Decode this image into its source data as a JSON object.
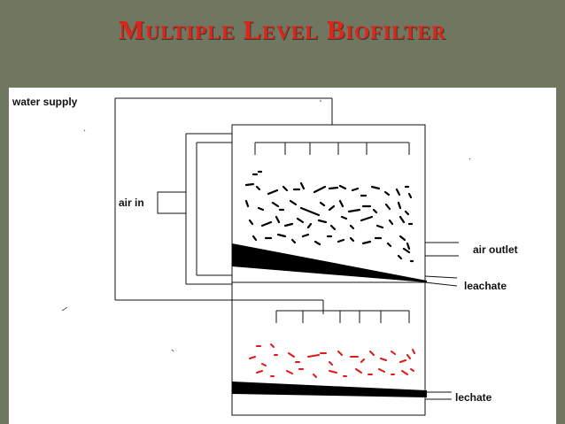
{
  "slide": {
    "title": "Multiple Level Biofilter"
  },
  "diagram": {
    "labels": {
      "water_supply": "water supply",
      "air_in": "air in",
      "air_outlet": "air outlet",
      "leachate_top": "leachate",
      "leachate_bottom": "lechate"
    },
    "colors": {
      "background": "#707760",
      "title": "#e0241c",
      "upper_media": "#000000",
      "lower_media": "#e01818"
    }
  }
}
